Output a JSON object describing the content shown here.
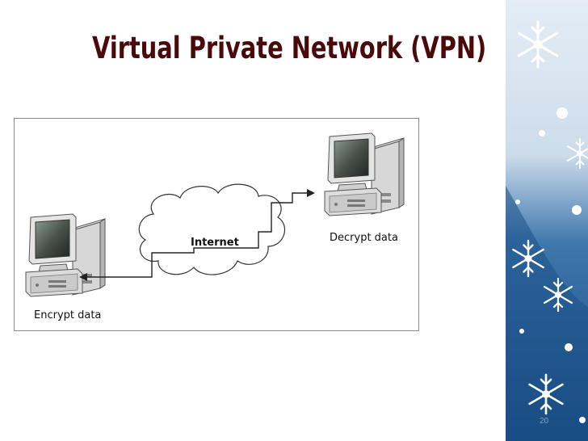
{
  "slide": {
    "title": "Virtual Private Network (VPN)",
    "page_number": "20"
  },
  "diagram": {
    "left_computer_label": "Encrypt data",
    "cloud_label": "Internet",
    "right_computer_label": "Decrypt data"
  },
  "colors": {
    "title": "#4a0a0a",
    "side_panel": "#1a4f86",
    "side_panel_light": "#dfe9f3"
  },
  "icons": [
    "computer-icon",
    "cloud-icon",
    "snowflake-icon"
  ]
}
